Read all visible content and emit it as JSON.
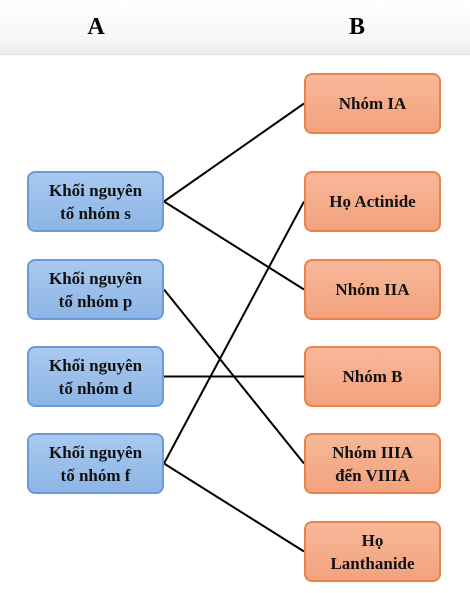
{
  "header": {
    "col_a": "A",
    "col_b": "B"
  },
  "left_nodes": [
    {
      "id": "s",
      "label": "Khối nguyên\ntố nhóm s"
    },
    {
      "id": "p",
      "label": "Khối nguyên\ntố nhóm p"
    },
    {
      "id": "d",
      "label": "Khối nguyên\ntố nhóm d"
    },
    {
      "id": "f",
      "label": "Khối nguyên\ntố nhóm f"
    }
  ],
  "right_nodes": [
    {
      "id": "ia",
      "label": "Nhóm IA"
    },
    {
      "id": "actinide",
      "label": "Họ Actinide"
    },
    {
      "id": "iia",
      "label": "Nhóm IIA"
    },
    {
      "id": "b",
      "label": "Nhóm B"
    },
    {
      "id": "iiia",
      "label": "Nhóm IIIA\nđến VIIIA"
    },
    {
      "id": "lanthanide",
      "label": "Họ\nLanthanide"
    }
  ],
  "edges": [
    {
      "from": "s",
      "to": "ia"
    },
    {
      "from": "s",
      "to": "iia"
    },
    {
      "from": "p",
      "to": "iiia"
    },
    {
      "from": "d",
      "to": "b"
    },
    {
      "from": "f",
      "to": "actinide"
    },
    {
      "from": "f",
      "to": "lanthanide"
    }
  ],
  "colors": {
    "left_fill": "#a9c9ef",
    "left_border": "#6b9bd6",
    "right_fill": "#f3a27d",
    "right_border": "#e8834d",
    "line": "#000000"
  }
}
